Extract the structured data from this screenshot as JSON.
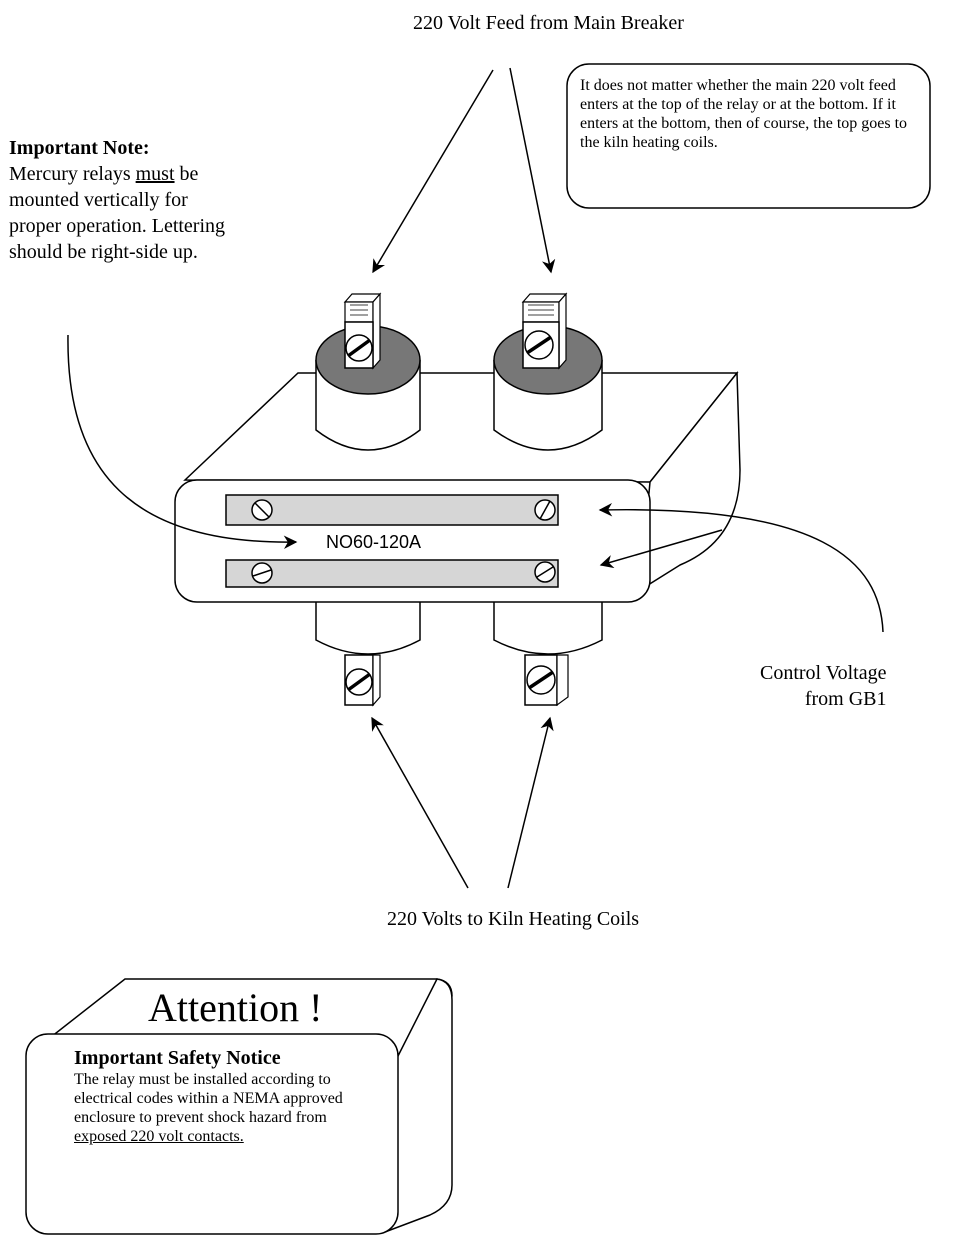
{
  "diagram": {
    "feed_label": "220 Volt Feed from Main Breaker",
    "coils_label": "220 Volts to Kiln Heating Coils",
    "control_label_line1": "Control Voltage",
    "control_label_line2": "from GB1",
    "relay_model": "NO60-120A",
    "note": {
      "heading": "Important Note:",
      "text_before": "Mercury relays ",
      "underlined": "must",
      "text_after": " be mounted vertically for proper operation. Lettering should be right-side up."
    },
    "callout": "It does not matter whether the main 220 volt feed enters at the top of the relay or at the bottom. If it enters at the bottom, then of course, the top goes to the kiln heating coils.",
    "attention_title": "Attention !",
    "safety": {
      "heading": "Important Safety Notice",
      "text": "The relay must be installed according to electrical codes within a NEMA approved enclosure to prevent shock hazard from ",
      "underlined": "exposed 220 volt contacts."
    }
  },
  "colors": {
    "line": "#000000",
    "cap_fill": "#777777",
    "bar_fill": "#d6d6d6",
    "background": "#ffffff"
  }
}
